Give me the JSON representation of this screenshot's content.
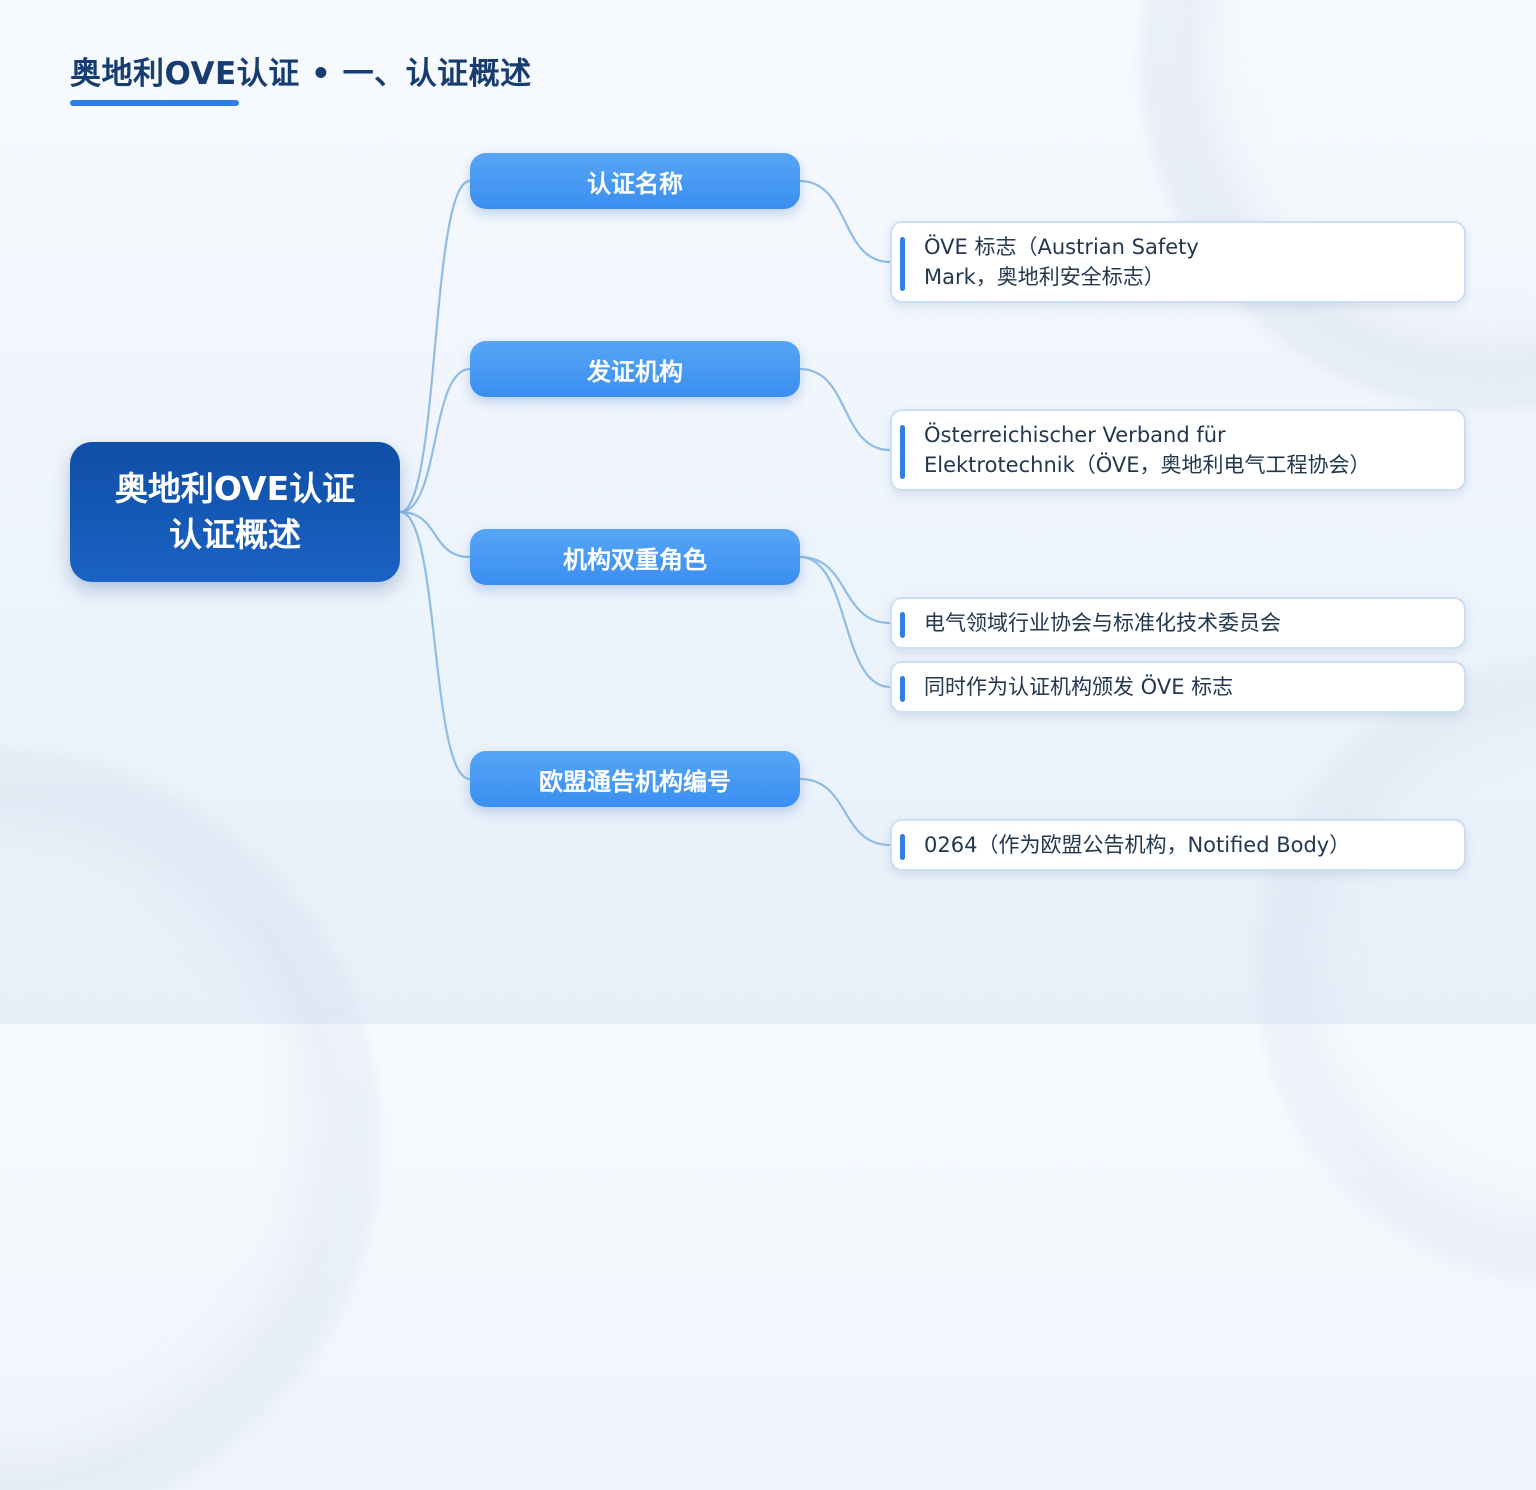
{
  "page": {
    "title": "奥地利OVE认证 • 一、认证概述"
  },
  "root": {
    "line1": "奥地利OVE认证",
    "line2": "认证概述"
  },
  "branches": [
    {
      "label": "认证名称"
    },
    {
      "label": "发证机构"
    },
    {
      "label": "机构双重角色"
    },
    {
      "label": "欧盟通告机构编号"
    }
  ],
  "leaves": [
    {
      "line1": "ÖVE 标志（Austrian Safety",
      "line2": "Mark，奥地利安全标志）"
    },
    {
      "line1": "Österreichischer Verband für",
      "line2": "Elektrotechnik（ÖVE，奥地利电气工程协会）"
    },
    {
      "line1": "电气领域行业协会与标准化技术委员会"
    },
    {
      "line1": "同时作为认证机构颁发 ÖVE 标志"
    },
    {
      "line1": "0264（作为欧盟公告机构，Notified Body）"
    }
  ],
  "colors": {
    "title": "#173d70",
    "accent": "#2f7fe3",
    "root_bg": "#1558b8",
    "branch_bg": "#4a9bf4",
    "connector": "#8fbde6",
    "leaf_border": "#c9dff5"
  }
}
